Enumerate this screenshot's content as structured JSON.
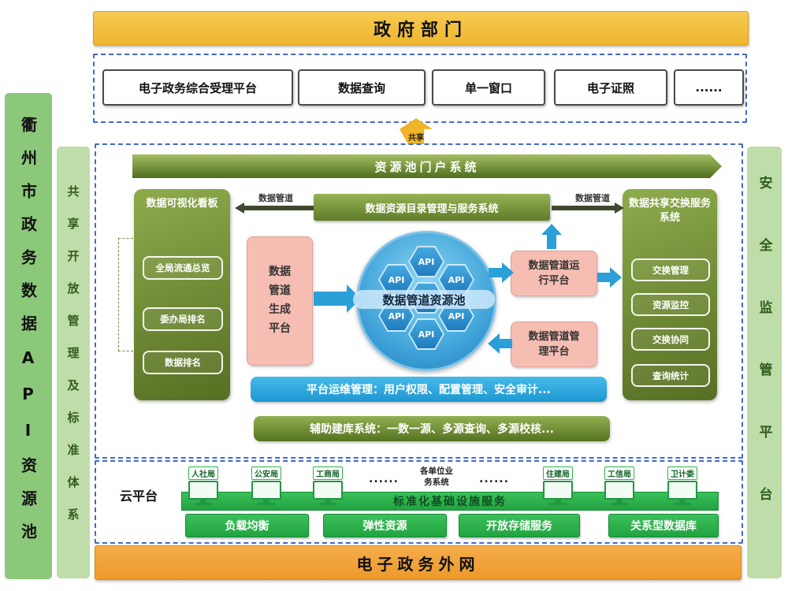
{
  "palette": {
    "dashed_border": "#4169C8",
    "yellow_banner": "#EDB52E",
    "orange_banner": "#ED9A2B",
    "olive_green": "#5E7C27",
    "pink_box": "#F6BDB3",
    "pool_blue": "#1F7BBE",
    "bright_green": "#2EB34C",
    "rail_green": "#8CC87A",
    "rail_light_green": "#BFDDA9"
  },
  "left_rail": {
    "outer": "衢州市政务数据API资源池",
    "inner": "共享开放管理及标准体系"
  },
  "right_rail": {
    "label": "安全监管平台"
  },
  "top": {
    "gov_banner": "政府部门",
    "services": [
      "电子政务综合受理平台",
      "数据查询",
      "单一窗口",
      "电子证照",
      "......"
    ],
    "share_arrow_label": "共享"
  },
  "portal": {
    "banner": "资源池门户系统",
    "catalog": "数据资源目录管理与服务系统",
    "pipe_left": "数据管道",
    "pipe_right": "数据管道",
    "viz_panel": {
      "title": "数据可视化看板",
      "items": [
        "全局流通总览",
        "委办局排名",
        "数据排名"
      ]
    },
    "gen_platform": "数据管道生成平台",
    "pool_title": "数据管道资源池",
    "api_label": "API",
    "run_platform": "数据管道运行平台",
    "mgmt_platform": "数据管道管理平台",
    "exchange_panel": {
      "title": "数据共享交换服务系统",
      "items": [
        "交换管理",
        "资源监控",
        "交换协同",
        "查询统计"
      ]
    },
    "ops_bar": "平台运维管理：用户权限、配置管理、安全审计...",
    "aux_bar": "辅助建库系统：一数一源、多源查询、多源校核..."
  },
  "cloud": {
    "label": "云平台",
    "terminals_left": [
      "人社局",
      "公安局",
      "工商局"
    ],
    "dots_left": "......",
    "center_label": "各单位业务系统",
    "dots_right": "......",
    "terminals_right": [
      "住建局",
      "工信局",
      "卫计委"
    ],
    "infra_bar": "标准化基础设施服务",
    "services": [
      "负载均衡",
      "弹性资源",
      "开放存储服务",
      "关系型数据库"
    ]
  },
  "bottom_banner": "电子政务外网"
}
